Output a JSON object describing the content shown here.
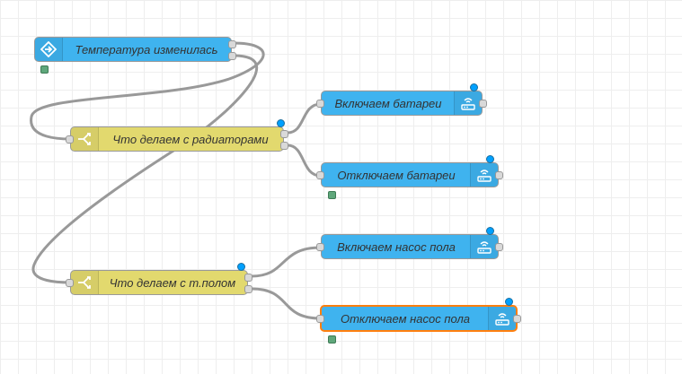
{
  "canvas": {
    "nodes": [
      {
        "id": "n1",
        "label": "Температура изменилась",
        "type": "trigger",
        "icon": "trigger-arrow-icon",
        "color": "#3fb3ef"
      },
      {
        "id": "n2",
        "label": "Что делаем с радиаторами",
        "type": "switch",
        "icon": "switch-icon",
        "color": "#e2d96e"
      },
      {
        "id": "n3",
        "label": "Включаем батареи",
        "type": "call-service",
        "icon": "router-wifi-icon",
        "color": "#3fb3ef"
      },
      {
        "id": "n4",
        "label": "Отключаем батареи",
        "type": "call-service",
        "icon": "router-wifi-icon",
        "color": "#3fb3ef"
      },
      {
        "id": "n5",
        "label": "Что делаем с т.полом",
        "type": "switch",
        "icon": "switch-icon",
        "color": "#e2d96e"
      },
      {
        "id": "n6",
        "label": "Включаем насос пола",
        "type": "call-service",
        "icon": "router-wifi-icon",
        "color": "#3fb3ef"
      },
      {
        "id": "n7",
        "label": "Отключаем насос пола",
        "type": "call-service",
        "icon": "router-wifi-icon",
        "color": "#3fb3ef",
        "selected": true
      }
    ]
  }
}
